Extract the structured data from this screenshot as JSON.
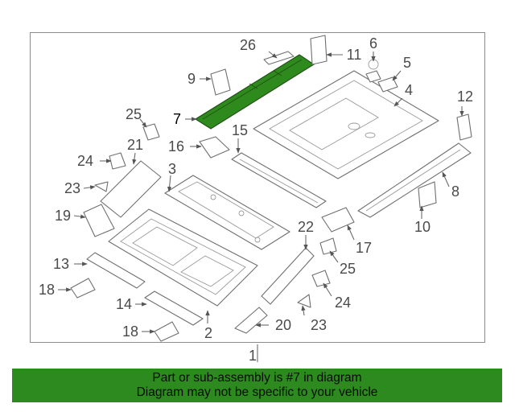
{
  "colors": {
    "highlight_part": "#2f8a1e",
    "banner": "#2c8a1e",
    "line": "#6f6f6f"
  },
  "callouts": {
    "c1": "1",
    "c2": "2",
    "c3": "3",
    "c4": "4",
    "c5": "5",
    "c6": "6",
    "c7": "7",
    "c8": "8",
    "c9": "9",
    "c10": "10",
    "c11": "11",
    "c12": "12",
    "c13": "13",
    "c14": "14",
    "c15": "15",
    "c16": "16",
    "c17": "17",
    "c18a": "18",
    "c18b": "18",
    "c19": "19",
    "c20": "20",
    "c21": "21",
    "c22": "22",
    "c23a": "23",
    "c23b": "23",
    "c24a": "24",
    "c24b": "24",
    "c25a": "25",
    "c25b": "25",
    "c26": "26"
  },
  "footer": {
    "line1": "Part or sub-assembly is #7 in diagram",
    "line2": "Diagram may not be specific to your vehicle"
  }
}
